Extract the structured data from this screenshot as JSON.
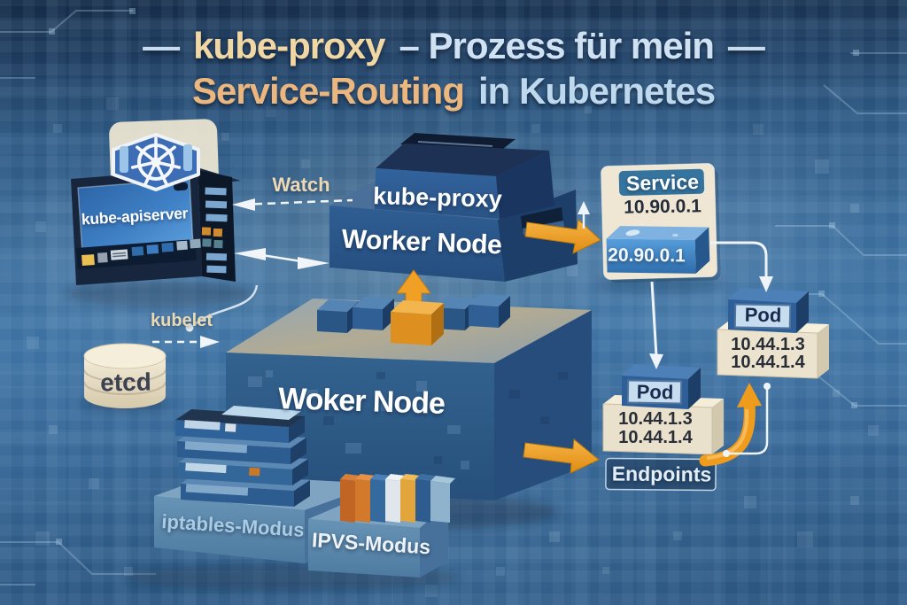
{
  "title": {
    "dash": "—",
    "line1": {
      "accent": "kube-proxy",
      "rest": "– Prozess für mein"
    },
    "line2": {
      "accent": "Service-Routing",
      "rest": "in Kubernetes"
    }
  },
  "links": {
    "watch": "Watch",
    "kubelet": "kubelet"
  },
  "apiserver": {
    "label": "kube-apiserver"
  },
  "etcd": {
    "label": "etcd"
  },
  "kube_proxy": {
    "label": "kube-proxy"
  },
  "worker_node_upper": {
    "label": "Worker Node"
  },
  "worker_node_big": {
    "label": "Woker Node"
  },
  "service": {
    "label": "Service",
    "ip": "10.90.0.1",
    "endpoint_ip": "20.90.0.1"
  },
  "pod_right": {
    "label": "Pod",
    "ip1": "10.44.1.3",
    "ip2": "10.44.1.4"
  },
  "pod_lower": {
    "label": "Pod",
    "ip1": "10.44.1.3",
    "ip2": "10.44.1.4"
  },
  "endpoints": {
    "label": "Endpoints"
  },
  "modes": {
    "iptables": "iptables-Modus",
    "ipvs": "IPVS-Modus"
  },
  "colors": {
    "accent_orange": "#ef9c1d",
    "box_blue": "#2e5c95",
    "cream": "#ece4cf",
    "background_blue": "#3a6b9b",
    "title_tan": "#f0d7a4",
    "title_light_blue": "#cfe2f4"
  }
}
